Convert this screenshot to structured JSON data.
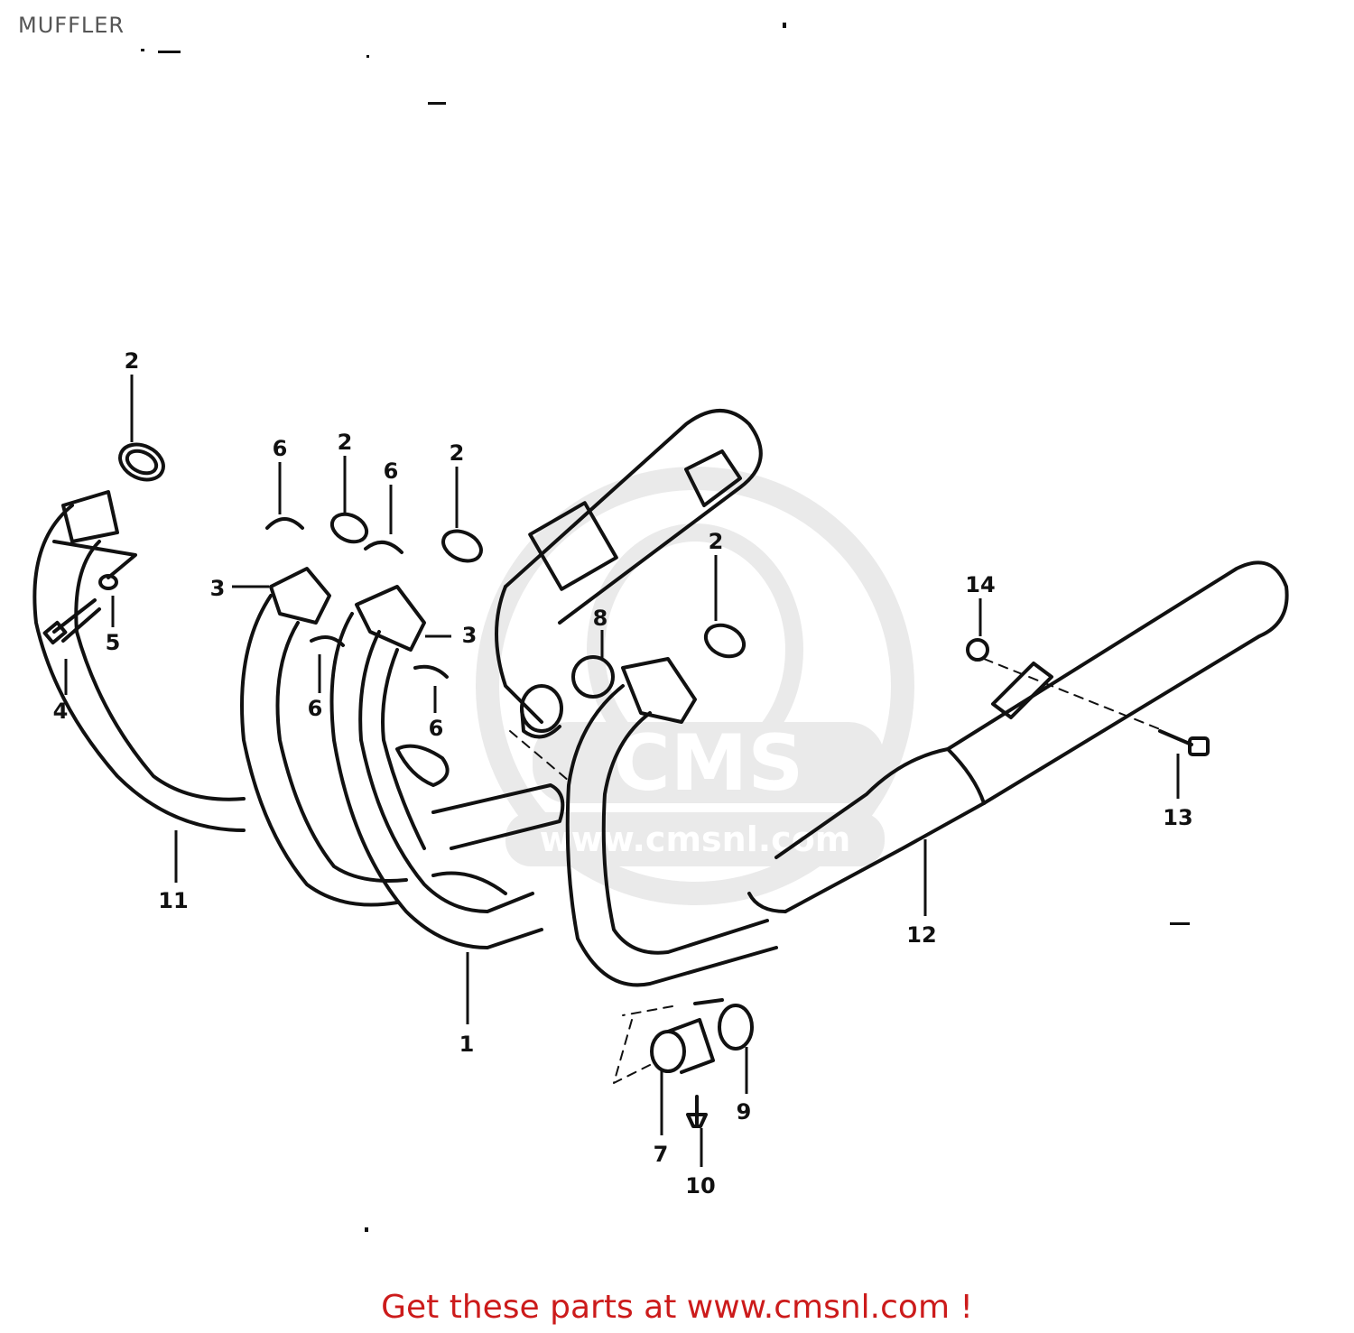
{
  "header": {
    "title": "MUFFLER"
  },
  "watermark": {
    "logo_text": "CMS",
    "url_text": "www.cmsnl.com"
  },
  "callouts": [
    {
      "id": "c2a",
      "label": "2"
    },
    {
      "id": "c6a",
      "label": "6"
    },
    {
      "id": "c2b",
      "label": "2"
    },
    {
      "id": "c6b",
      "label": "6"
    },
    {
      "id": "c2c",
      "label": "2"
    },
    {
      "id": "c3a",
      "label": "3"
    },
    {
      "id": "c3b",
      "label": "3"
    },
    {
      "id": "c5",
      "label": "5"
    },
    {
      "id": "c4",
      "label": "4"
    },
    {
      "id": "c6c",
      "label": "6"
    },
    {
      "id": "c6d",
      "label": "6"
    },
    {
      "id": "c8",
      "label": "8"
    },
    {
      "id": "c2d",
      "label": "2"
    },
    {
      "id": "c14",
      "label": "14"
    },
    {
      "id": "c13",
      "label": "13"
    },
    {
      "id": "c11",
      "label": "11"
    },
    {
      "id": "c12",
      "label": "12"
    },
    {
      "id": "c1",
      "label": "1"
    },
    {
      "id": "c7",
      "label": "7"
    },
    {
      "id": "c9",
      "label": "9"
    },
    {
      "id": "c10",
      "label": "10"
    }
  ],
  "footer": {
    "link_text": "Get these parts at www.cmsnl.com !"
  },
  "colors": {
    "line": "#111111",
    "watermark": "#d9d9d9",
    "footer": "#cc1b1b",
    "title": "#555555"
  }
}
